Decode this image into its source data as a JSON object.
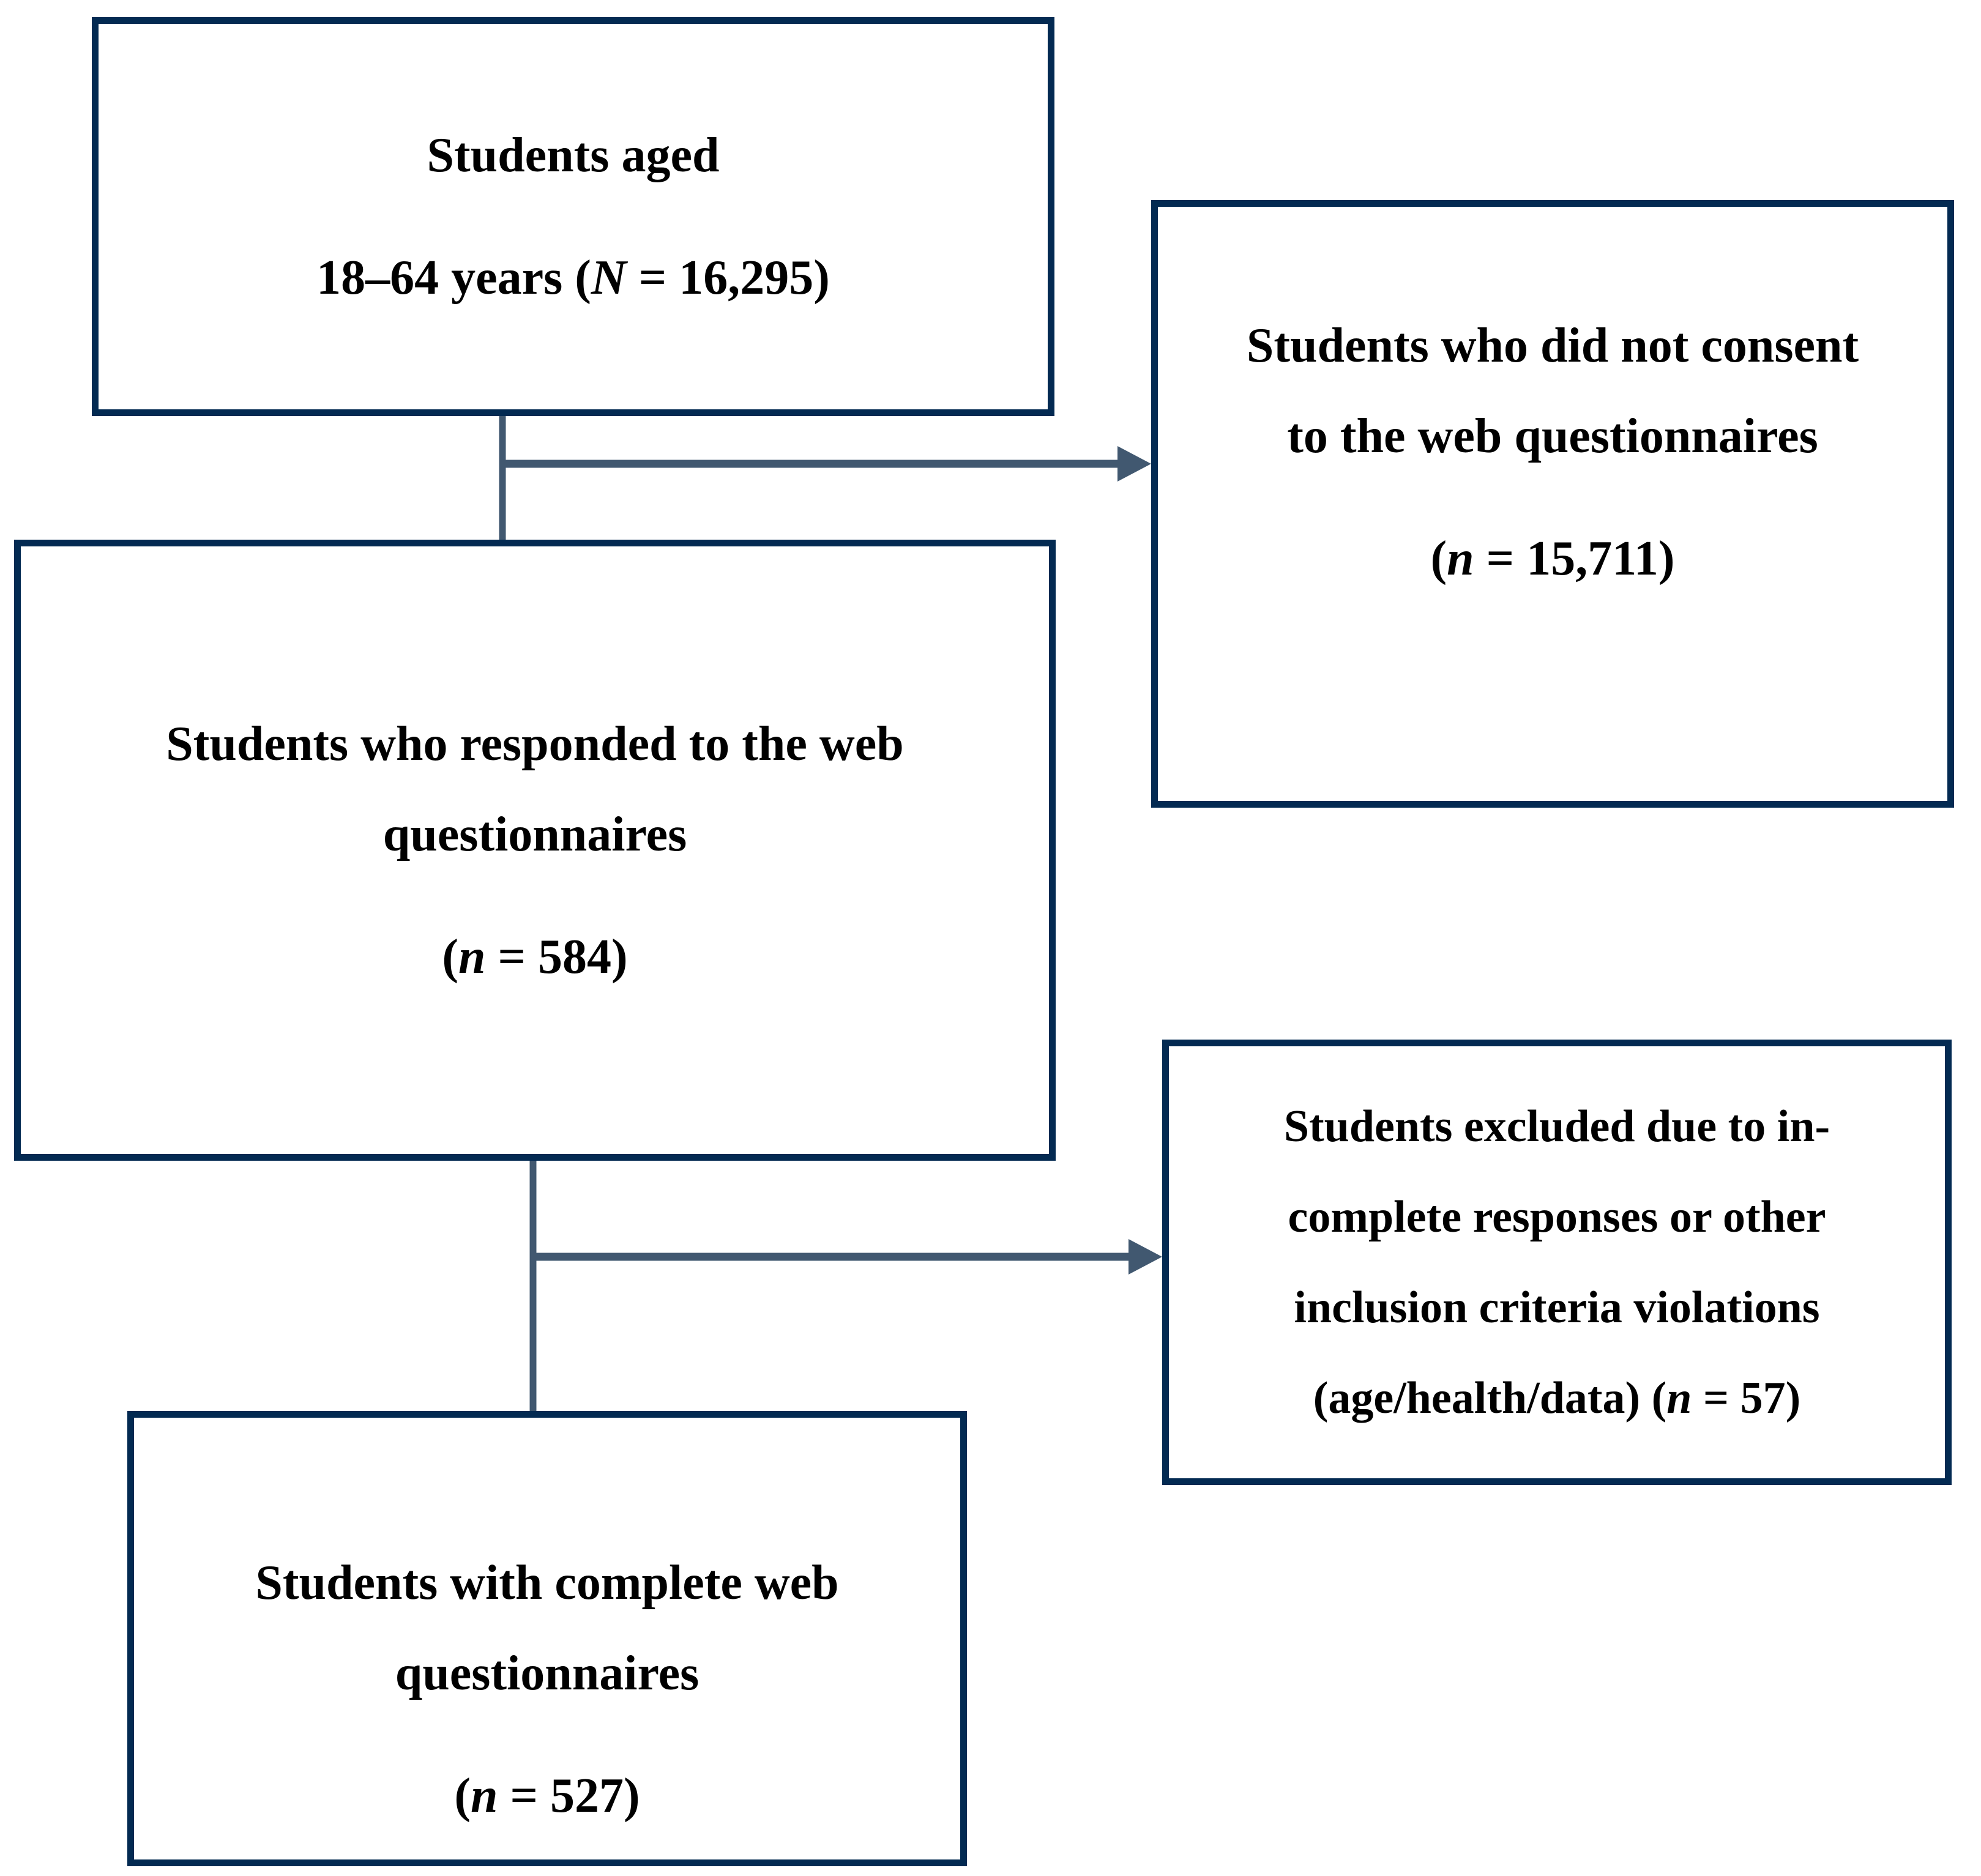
{
  "figure": {
    "type": "participant-flow-diagram",
    "background": "#ffffff",
    "colors": {
      "box_border": "#032a52",
      "connector": "#415870",
      "text": "#000000"
    },
    "boxes": [
      {
        "id": "eligible",
        "lines": [
          {
            "segments": [
              {
                "t": "Students aged"
              }
            ]
          },
          {
            "gap": true,
            "segments": [
              {
                "t": "18–64 years ("
              },
              {
                "t": "N",
                "i": true
              },
              {
                "t": " = 16,295)"
              }
            ]
          }
        ]
      },
      {
        "id": "no-consent",
        "lines": [
          {
            "segments": [
              {
                "t": "Students who did not consent"
              }
            ]
          },
          {
            "segments": [
              {
                "t": "to the web questionnaires"
              }
            ]
          },
          {
            "gap": true,
            "segments": [
              {
                "t": "("
              },
              {
                "t": "n",
                "i": true
              },
              {
                "t": " = 15,711)"
              }
            ]
          }
        ]
      },
      {
        "id": "responded",
        "lines": [
          {
            "segments": [
              {
                "t": "Students who responded to the web"
              }
            ]
          },
          {
            "segments": [
              {
                "t": "questionnaires"
              }
            ]
          },
          {
            "gap": true,
            "segments": [
              {
                "t": "("
              },
              {
                "t": "n",
                "i": true
              },
              {
                "t": " = 584)"
              }
            ]
          }
        ]
      },
      {
        "id": "excluded",
        "lines": [
          {
            "segments": [
              {
                "t": "Students excluded due to in-"
              }
            ]
          },
          {
            "segments": [
              {
                "t": "complete responses or other"
              }
            ]
          },
          {
            "segments": [
              {
                "t": "inclusion criteria violations"
              }
            ]
          },
          {
            "segments": [
              {
                "t": "(age/health/data) ("
              },
              {
                "t": "n",
                "i": true
              },
              {
                "t": " = 57)"
              }
            ]
          }
        ]
      },
      {
        "id": "complete",
        "lines": [
          {
            "segments": [
              {
                "t": "Students with complete web"
              }
            ]
          },
          {
            "segments": [
              {
                "t": "questionnaires"
              }
            ]
          },
          {
            "gap": true,
            "segments": [
              {
                "t": "("
              },
              {
                "t": "n",
                "i": true
              },
              {
                "t": " = 527)"
              }
            ]
          }
        ]
      }
    ]
  }
}
